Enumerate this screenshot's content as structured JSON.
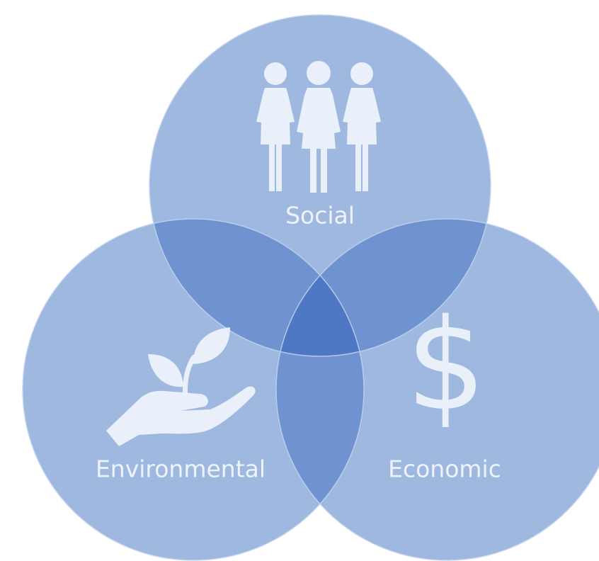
{
  "diagram": {
    "type": "venn",
    "colors": {
      "circle": "#9fb8e0",
      "circle_edge": "#b9cbea",
      "pair_overlap": "#6f93d0",
      "center_overlap": "#4f78c4",
      "text_and_icons": "#eef3fb"
    },
    "sets": [
      {
        "id": "social",
        "label": "Social",
        "icon": "people-icon"
      },
      {
        "id": "environmental",
        "label": "Environmental",
        "icon": "plant-in-hand-icon"
      },
      {
        "id": "economic",
        "label": "Economic",
        "icon": "dollar-sign-icon"
      }
    ],
    "dollar_symbol": "$"
  }
}
